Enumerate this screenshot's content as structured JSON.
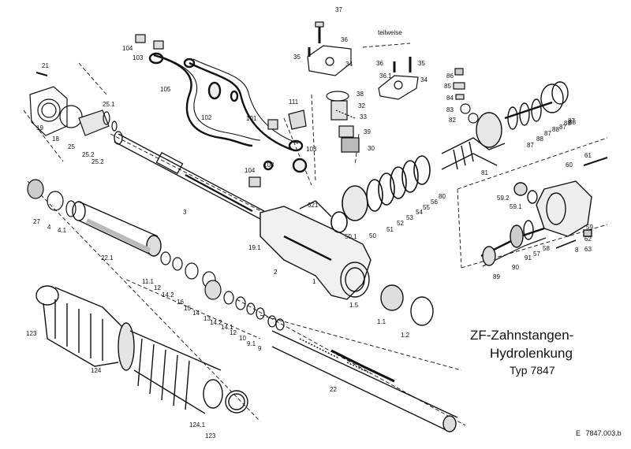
{
  "title": {
    "line1": "ZF-Zahnstangen-",
    "line2": "Hydrolenkung",
    "type_line": "Typ 7847"
  },
  "doc_ref": {
    "prefix": "E",
    "code": "7847.003.b"
  },
  "teilweise_label": "teilweise",
  "part_labels": [
    "21",
    "19",
    "18",
    "25",
    "25.1",
    "25.2",
    "25.2",
    "104",
    "103",
    "105",
    "102",
    "101",
    "111",
    "103",
    "104",
    "103",
    "37",
    "36",
    "35",
    "34",
    "36",
    "35",
    "34",
    "36.1",
    "38",
    "32",
    "33",
    "39",
    "30",
    "86",
    "85",
    "84",
    "83",
    "82",
    "87",
    "88",
    "87",
    "88",
    "87",
    "88",
    "87",
    "88",
    "81",
    "3",
    "27",
    "4",
    "4.1",
    "22.1",
    "19.1",
    "2",
    "1",
    "1.5",
    "621",
    "50.1",
    "50",
    "51",
    "52",
    "53",
    "54",
    "55",
    "56",
    "80",
    "61",
    "60",
    "59.2",
    "59.1",
    "59",
    "62",
    "63",
    "89",
    "90",
    "91",
    "57",
    "58",
    "8",
    "11.1",
    "12",
    "14.2",
    "16",
    "15",
    "14",
    "13",
    "14.2",
    "14.1",
    "12",
    "10",
    "9.1",
    "9",
    "1.1",
    "1.2",
    "123",
    "124",
    "22",
    "124.1",
    "123"
  ]
}
